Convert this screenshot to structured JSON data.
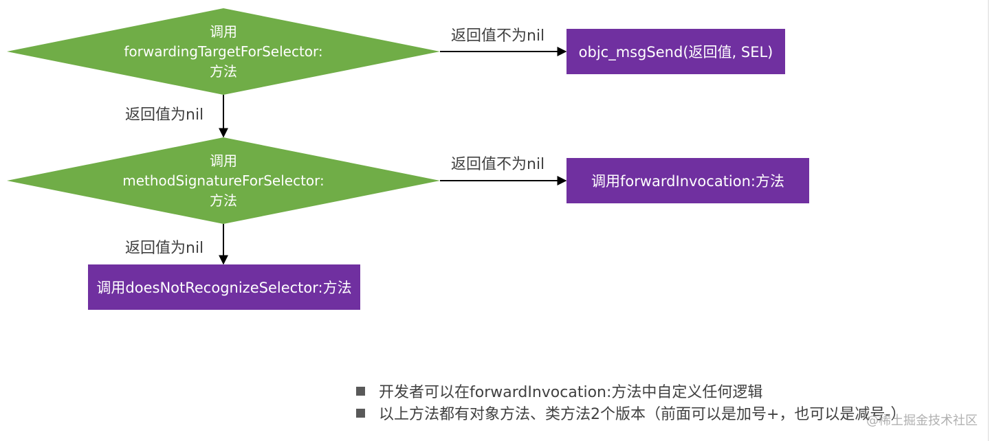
{
  "decision1": {
    "line1": "调用",
    "line2": "forwardingTargetForSelector:",
    "line3": "方法"
  },
  "decision2": {
    "line1": "调用",
    "line2": "methodSignatureForSelector:",
    "line3": "方法"
  },
  "labels": {
    "d1_right": "返回值不为nil",
    "d1_down": "返回值为nil",
    "d2_right": "返回值不为nil",
    "d2_down": "返回值为nil"
  },
  "boxes": {
    "msgsend": "objc_msgSend(返回值, SEL)",
    "forward_invocation": "调用forwardInvocation:方法",
    "not_recognize": "调用doesNotRecognizeSelector:方法"
  },
  "notes": [
    "开发者可以在forwardInvocation:方法中自定义任何逻辑",
    "以上方法都有对象方法、类方法2个版本（前面可以是加号+，也可以是减号-）"
  ],
  "watermark": "@稀土掘金技术社区",
  "colors": {
    "decision": "#70ad47",
    "process": "#7030a0",
    "text": "#404040",
    "connector": "#000000"
  }
}
